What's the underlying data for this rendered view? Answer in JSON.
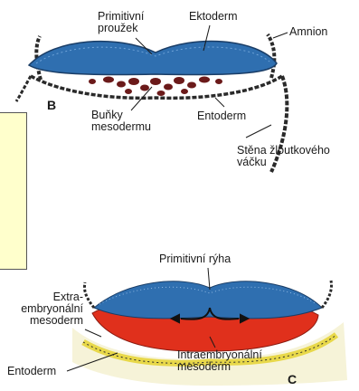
{
  "panel_b": {
    "letter": "B",
    "labels": {
      "primitive_streak_line1": "Primitivní",
      "primitive_streak_line2": "proužek",
      "ectoderm": "Ektoderm",
      "amnion": "Amnion",
      "mesoderm_cells_line1": "Buňky",
      "mesoderm_cells_line2": "mesodermu",
      "entoderm": "Entoderm",
      "yolk_wall_line1": "Stěna žloutkového",
      "yolk_wall_line2": "váčku"
    }
  },
  "panel_c": {
    "letter": "C",
    "labels": {
      "primitive_groove": "Primitivní rýha",
      "extra_line1": "Extra-",
      "extra_line2": "embryonální",
      "extra_line3": "mesoderm",
      "intra_line1": "Intraembryonální",
      "intra_line2": "mesoderm",
      "entoderm": "Entoderm"
    }
  },
  "colors": {
    "ectoderm_blue": "#2f6fb0",
    "mesoderm_red": "#e0301c",
    "entoderm_yellow": "#e8d84a",
    "cell_dark": "#6b1a1a",
    "note_fill": "#ffffcc"
  }
}
